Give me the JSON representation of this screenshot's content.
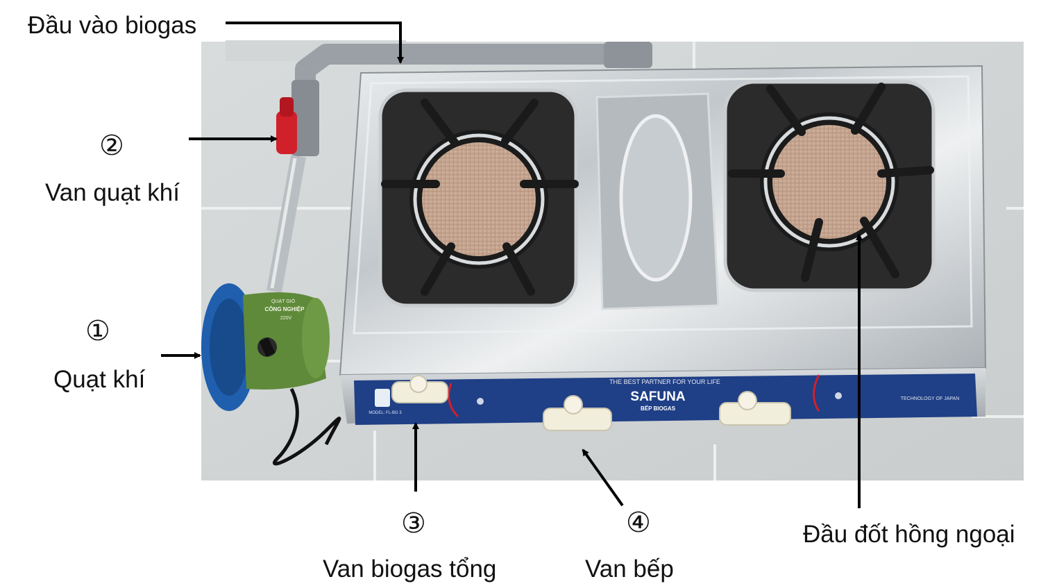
{
  "labels": {
    "biogas_inlet": "Đầu vào biogas",
    "fan_valve": "Van quạt khí",
    "fan": "Quạt khí",
    "main_valve": "Van biogas tổng",
    "stove_valve": "Van bếp",
    "ir_burner": "Đầu đốt hồng ngoại"
  },
  "numbers": {
    "n1": "①",
    "n2": "②",
    "n3": "③",
    "n4": "④"
  },
  "stove": {
    "brand": "SAFUNA",
    "model": "BẾP BIOGAS",
    "tagline": "THE BEST PARTNER FOR YOUR LIFE",
    "tech": "TECHNOLOGY OF JAPAN",
    "model_no": "MODEL: FL-BG 3"
  },
  "fan_device": {
    "line1": "QUẠT GIÓ",
    "line2": "CÔNG NGHIỆP",
    "line3": "220V"
  },
  "colors": {
    "panel_blue": "#1f3f86",
    "pipe_gray": "#9aa0a6",
    "valve_red": "#d0202a",
    "fan_blue": "#1f5fae",
    "fan_green": "#5f8a3a",
    "knob_cream": "#f2eedc",
    "burner_mesh": "#caa88e"
  }
}
